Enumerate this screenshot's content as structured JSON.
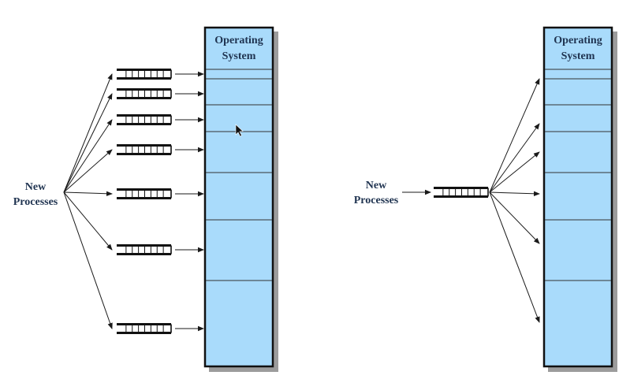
{
  "diagram": {
    "left": {
      "os_title_line1": "Operating",
      "os_title_line2": "System",
      "new_label_line1": "New",
      "new_label_line2": "Processes"
    },
    "right": {
      "os_title_line1": "Operating",
      "os_title_line2": "System",
      "new_label_line1": "New",
      "new_label_line2": "Processes"
    }
  },
  "colors": {
    "memory_fill": "#a9dbfb",
    "outline": "#111111",
    "label_text": "#1f3350"
  }
}
